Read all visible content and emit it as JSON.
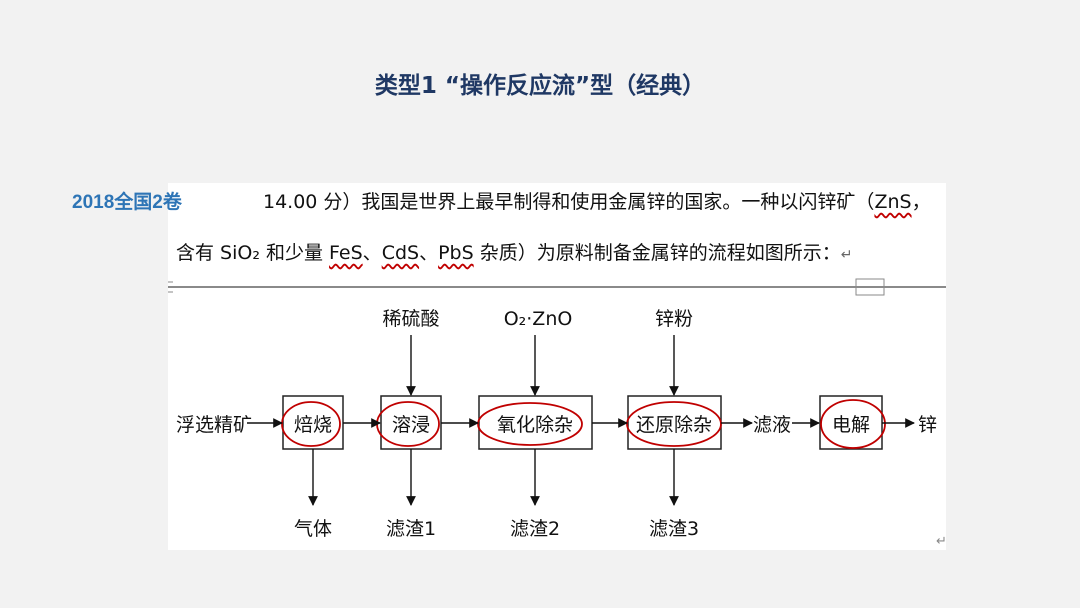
{
  "title": "类型1 “操作反应流”型（经典）",
  "source_tag": "2018全国2卷",
  "problem": {
    "line1_visible": "14.00 分）我国是世界上最早制得和使用金属锌的国家。一种以闪锌矿（",
    "line1_zns": "ZnS",
    "line1_end": "，",
    "line2_a": "含有 SiO₂ 和少量 ",
    "line2_fes": "FeS",
    "line2_sep1": "、",
    "line2_cds": "CdS",
    "line2_sep2": "、",
    "line2_pbs": "PbS",
    "line2_b": " 杂质）为原料制备金属锌的流程如图所示：",
    "para_mark": "↵"
  },
  "flow": {
    "start": "浮选精矿",
    "steps": [
      "焙烧",
      "溶浸",
      "氧化除杂",
      "还原除杂",
      "电解"
    ],
    "intermediate": "滤液",
    "product": "锌",
    "inputs": [
      "稀硫酸",
      "O₂·ZnO",
      "锌粉"
    ],
    "outputs": [
      "气体",
      "滤渣1",
      "滤渣2",
      "滤渣3"
    ],
    "end_mark": "↵"
  },
  "colors": {
    "title": "#1f3864",
    "tag": "#2e75b6",
    "highlight_ellipse": "#c00000",
    "background": "#f2f2f2"
  }
}
